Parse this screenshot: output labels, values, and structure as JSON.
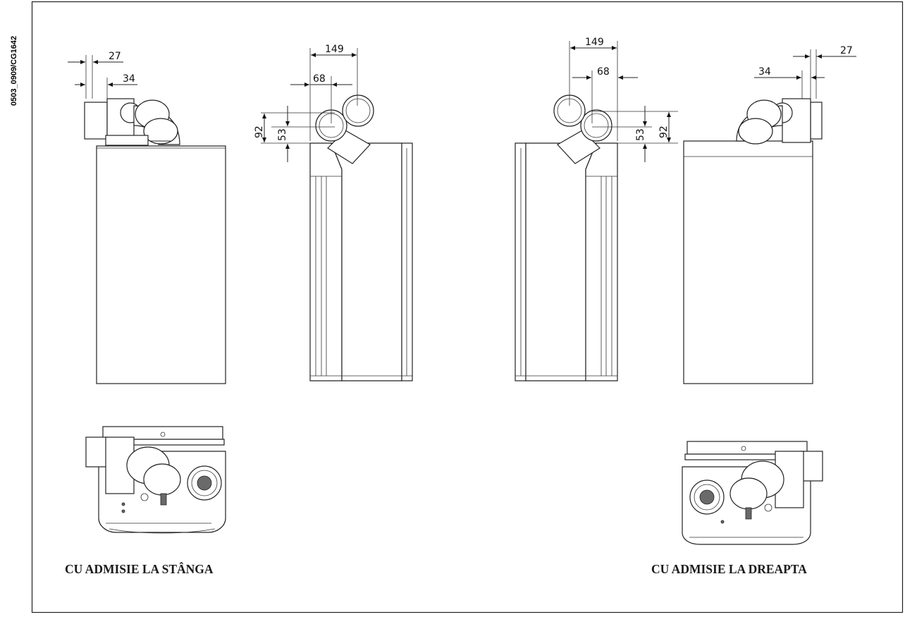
{
  "document_code": "0503_0909/CG1642",
  "captions": {
    "left": "CU ADMISIE LA STÂNGA",
    "right": "CU ADMISIE LA DREAPTA"
  },
  "dimensions": {
    "left_side_view": {
      "inner": "27",
      "outer": "34"
    },
    "left_front_view": {
      "width_total": "149",
      "width_inner": "68",
      "height_total": "92",
      "height_inner": "53"
    },
    "right_front_view": {
      "width_total": "149",
      "width_inner": "68",
      "height_total": "92",
      "height_inner": "53"
    },
    "right_side_view": {
      "inner": "27",
      "outer": "34"
    }
  }
}
